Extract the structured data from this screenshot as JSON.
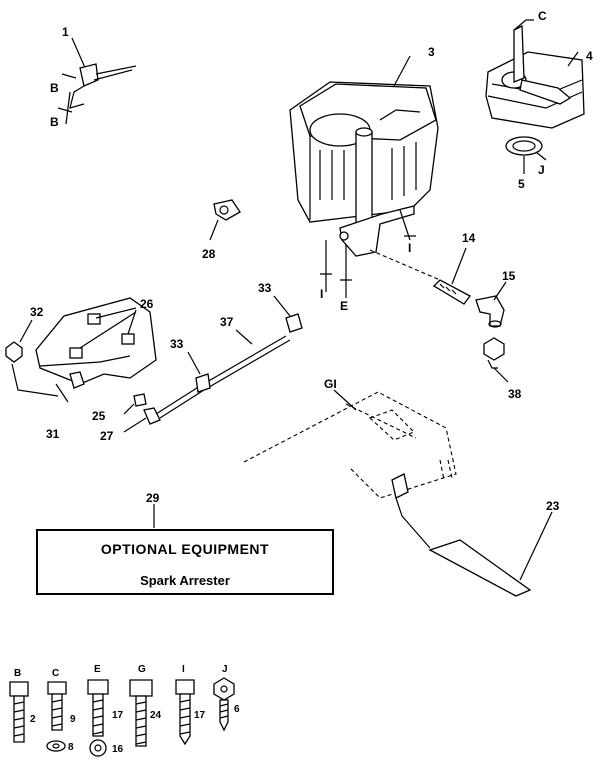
{
  "callouts": {
    "c1": "1",
    "c3": "3",
    "c4": "4",
    "c5": "5",
    "c14": "14",
    "c15": "15",
    "c23": "23",
    "c25": "25",
    "c26": "26",
    "c27": "27",
    "c28": "28",
    "c29": "29",
    "c31": "31",
    "c32": "32",
    "c33a": "33",
    "c33b": "33",
    "c37": "37",
    "c38": "38"
  },
  "letter_refs": {
    "b1": "B",
    "b2": "B",
    "c": "C",
    "j": "J",
    "i1": "I",
    "i2": "I",
    "e": "E",
    "g": "GI"
  },
  "optional_box": {
    "title": "OPTIONAL EQUIPMENT",
    "subtitle": "Spark Arrester"
  },
  "hardware_legend": [
    {
      "letter": "B",
      "part": "2"
    },
    {
      "letter": "C",
      "part": "9",
      "washer": "8"
    },
    {
      "letter": "E",
      "part": "17",
      "washer": "16"
    },
    {
      "letter": "G",
      "part": "24"
    },
    {
      "letter": "I",
      "part": "17"
    },
    {
      "letter": "J",
      "part": "6"
    }
  ]
}
